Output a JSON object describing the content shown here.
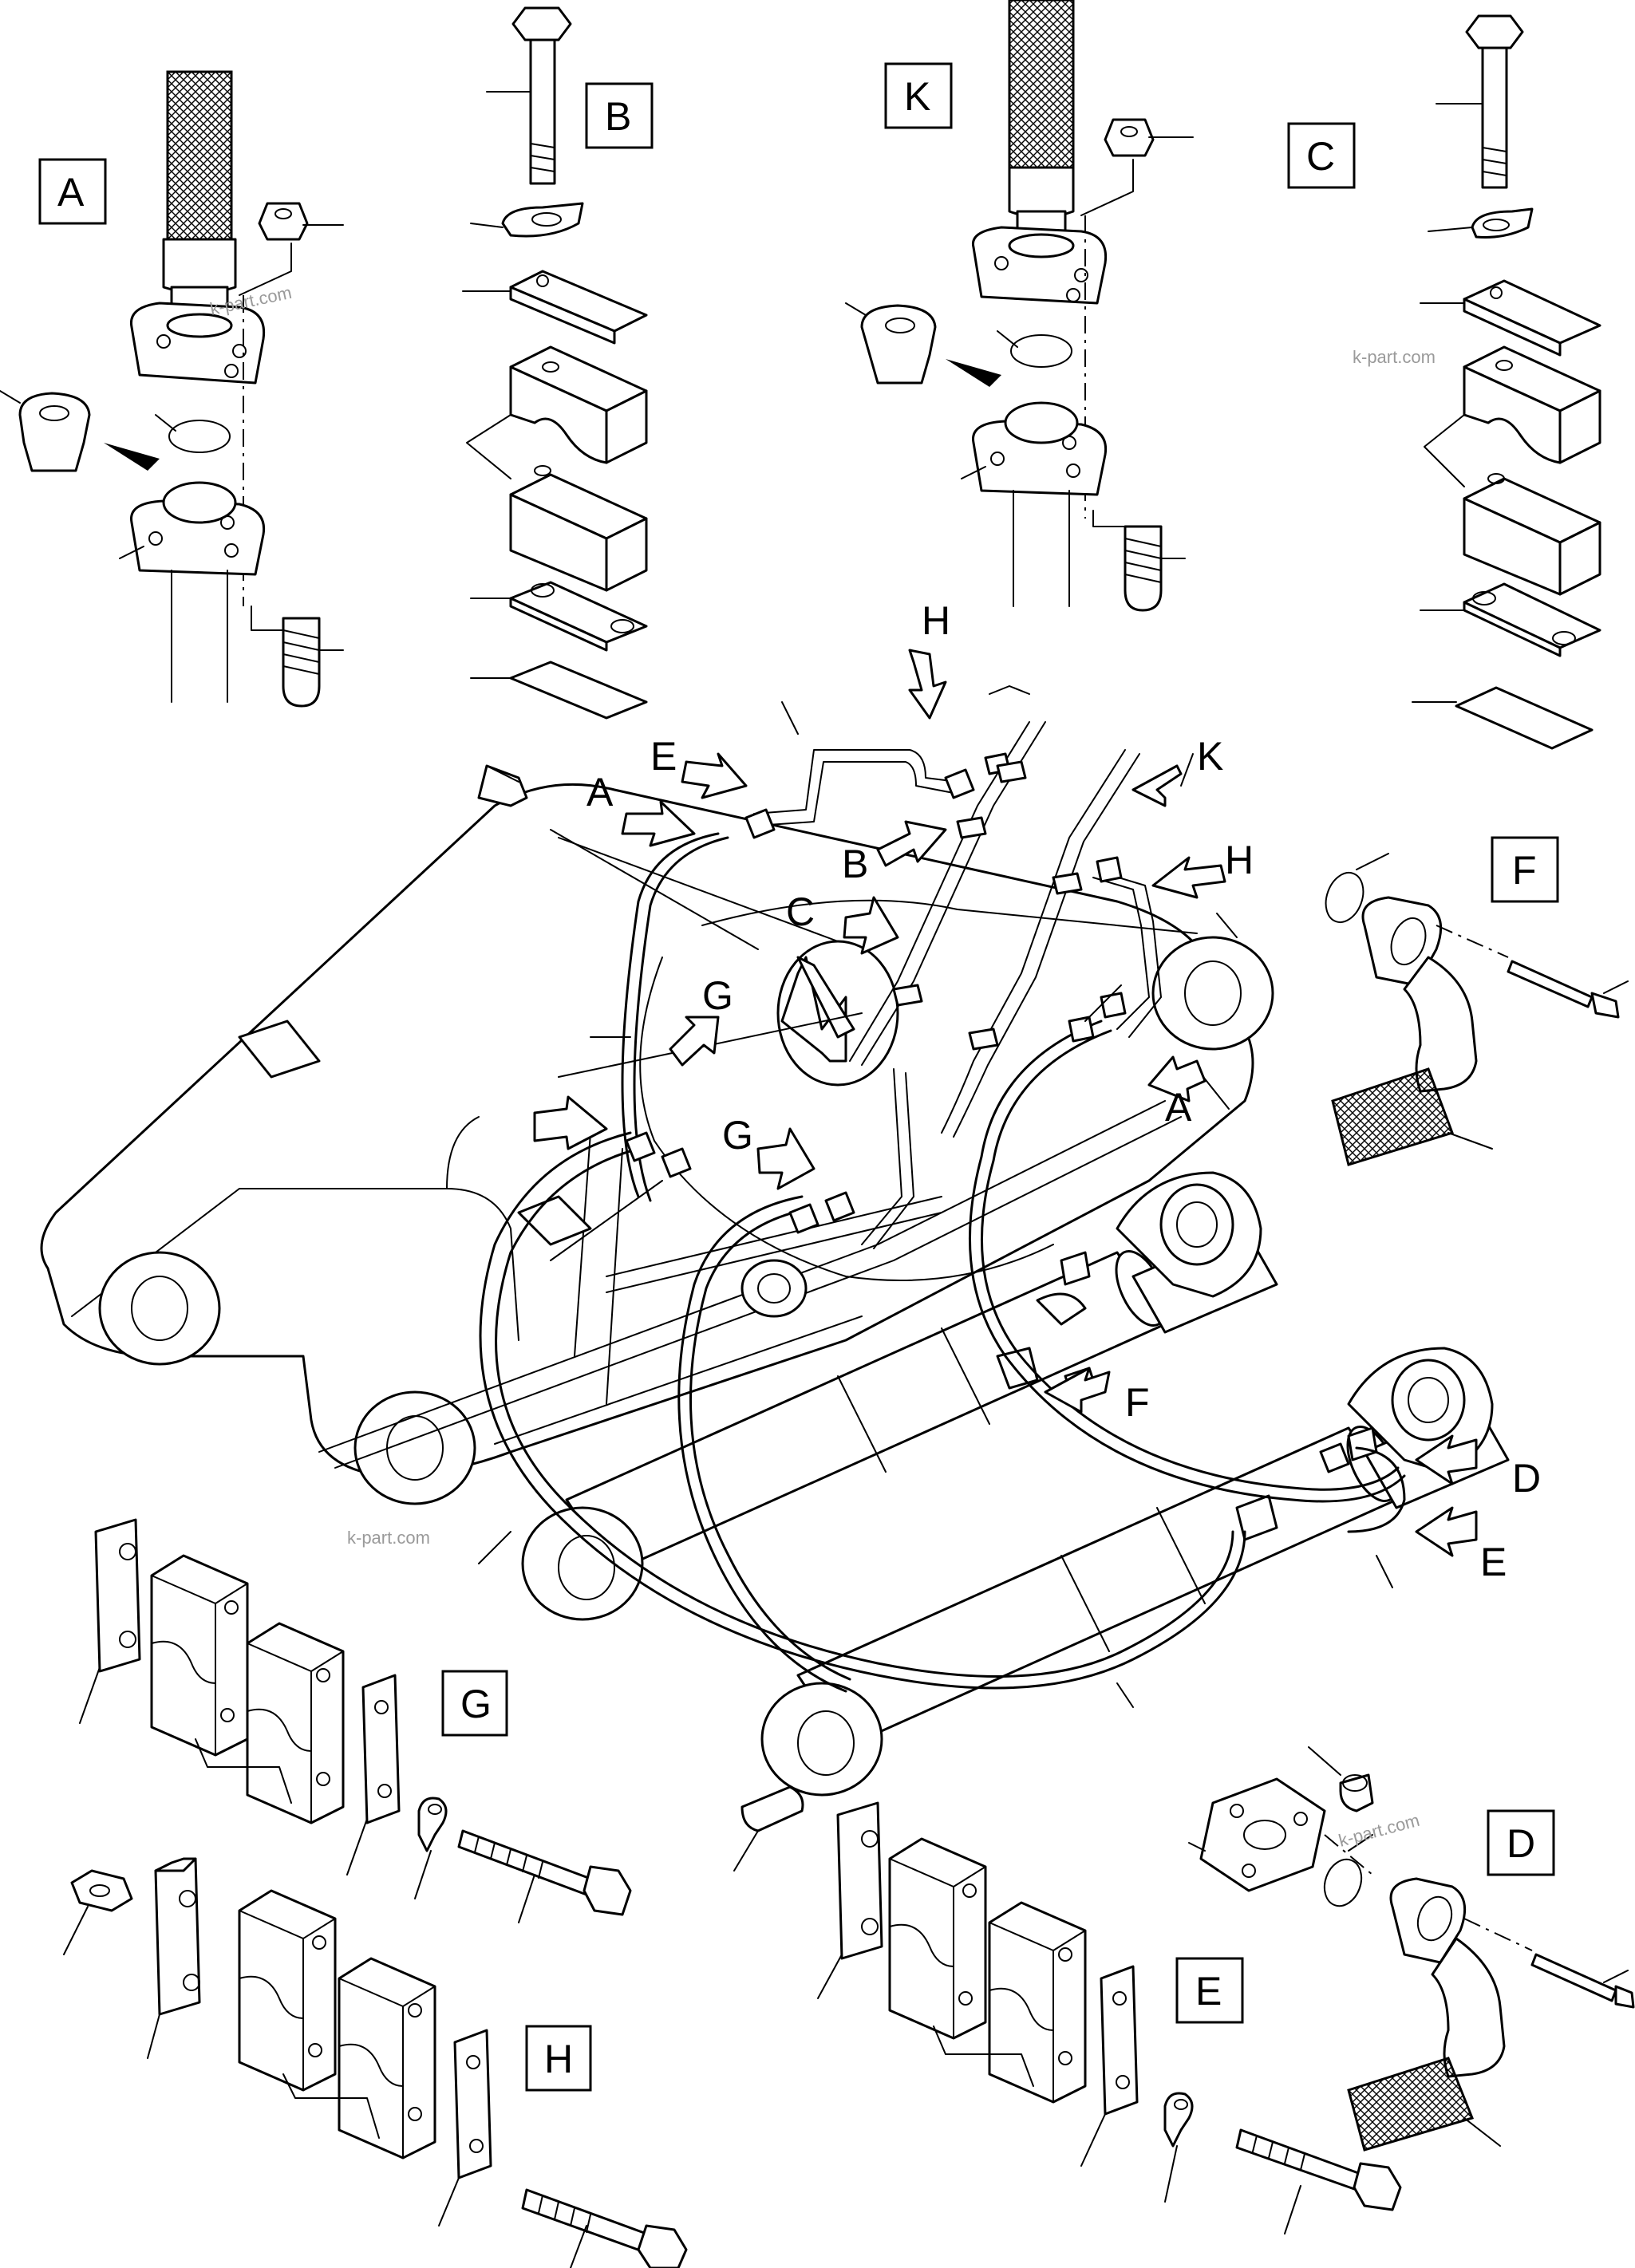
{
  "detail_views": {
    "A": "A",
    "B": "B",
    "K": "K",
    "C": "C",
    "F": "F",
    "G": "G",
    "H": "H",
    "E": "E",
    "D": "D"
  },
  "callouts": {
    "E_top": "E",
    "A_left": "A",
    "H_top": "H",
    "B_mid": "B",
    "K_mid": "K",
    "H_right": "H",
    "C_mid": "C",
    "G_upper": "G",
    "G_lower": "G",
    "A_right": "A",
    "F_mid": "F",
    "D_right": "D",
    "E_right": "E"
  },
  "watermarks": [
    "k-part.com",
    "k-part.com",
    "k-part.com",
    "k-part.com"
  ]
}
